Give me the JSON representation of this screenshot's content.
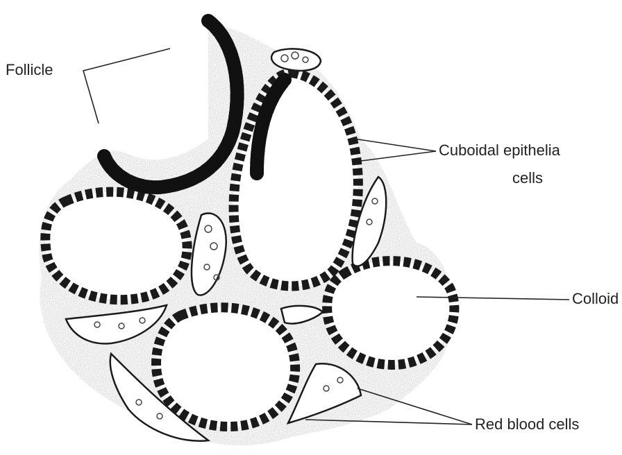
{
  "labels": {
    "follicle": "Follicle",
    "cuboidal_line1": "Cuboidal epithelia",
    "cuboidal_line2": "cells",
    "colloid": "Colloid",
    "red_blood_cells": "Red blood cells"
  },
  "colors": {
    "ink": "#222222",
    "stroma": "#7a7a7a",
    "background": "#ffffff"
  }
}
